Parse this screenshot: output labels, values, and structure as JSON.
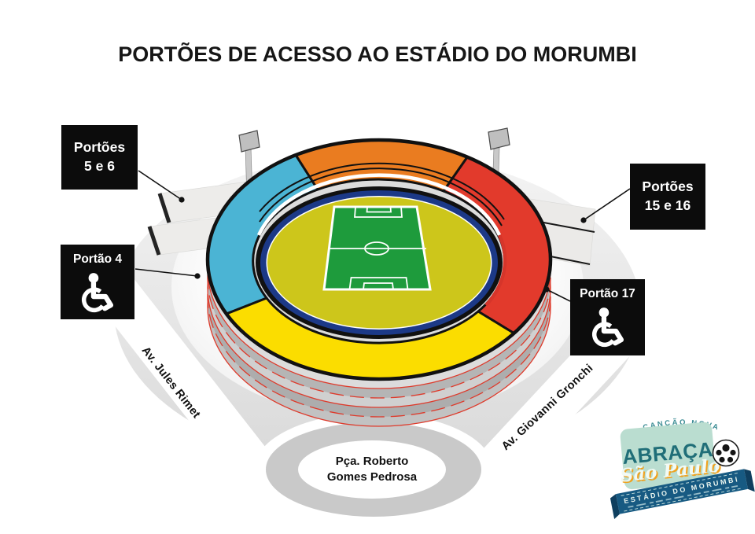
{
  "title": "PORTÕES DE ACESSO AO ESTÁDIO DO MORUMBI",
  "gates": {
    "g56": {
      "line1": "Portões",
      "line2": "5 e 6"
    },
    "g1516": {
      "line1": "Portões",
      "line2": "15 e 16"
    },
    "g4": {
      "label": "Portão 4"
    },
    "g17": {
      "label": "Portão 17"
    }
  },
  "streets": {
    "jules_rimet": "Av. Jules Rimet",
    "giovanni_gronchi": "Av. Giovanni Gronchi"
  },
  "plaza": {
    "line1": "Pça. Roberto",
    "line2": "Gomes Pedrosa"
  },
  "logo": {
    "brand": "CANÇÃO NOVA",
    "title": "ABRAÇA",
    "subtitle": "São Paulo",
    "ribbon": "ESTÁDIO DO MORUMBI"
  },
  "colors": {
    "stand_north": "#EA7C20",
    "stand_east": "#E23A2C",
    "stand_south": "#FBDD00",
    "stand_west": "#4BB4D4",
    "pitch": "#1E9B3C",
    "bowl": "#CDC61B",
    "track_ring": "#1C3987",
    "base_patch": "#E79A2E",
    "label_bg": "#0C0C0C",
    "logo_teal": "#206E78",
    "logo_mint": "#BADDD0",
    "logo_brand_teal": "#3D8D95",
    "ribbon_blue": "#175A82"
  }
}
